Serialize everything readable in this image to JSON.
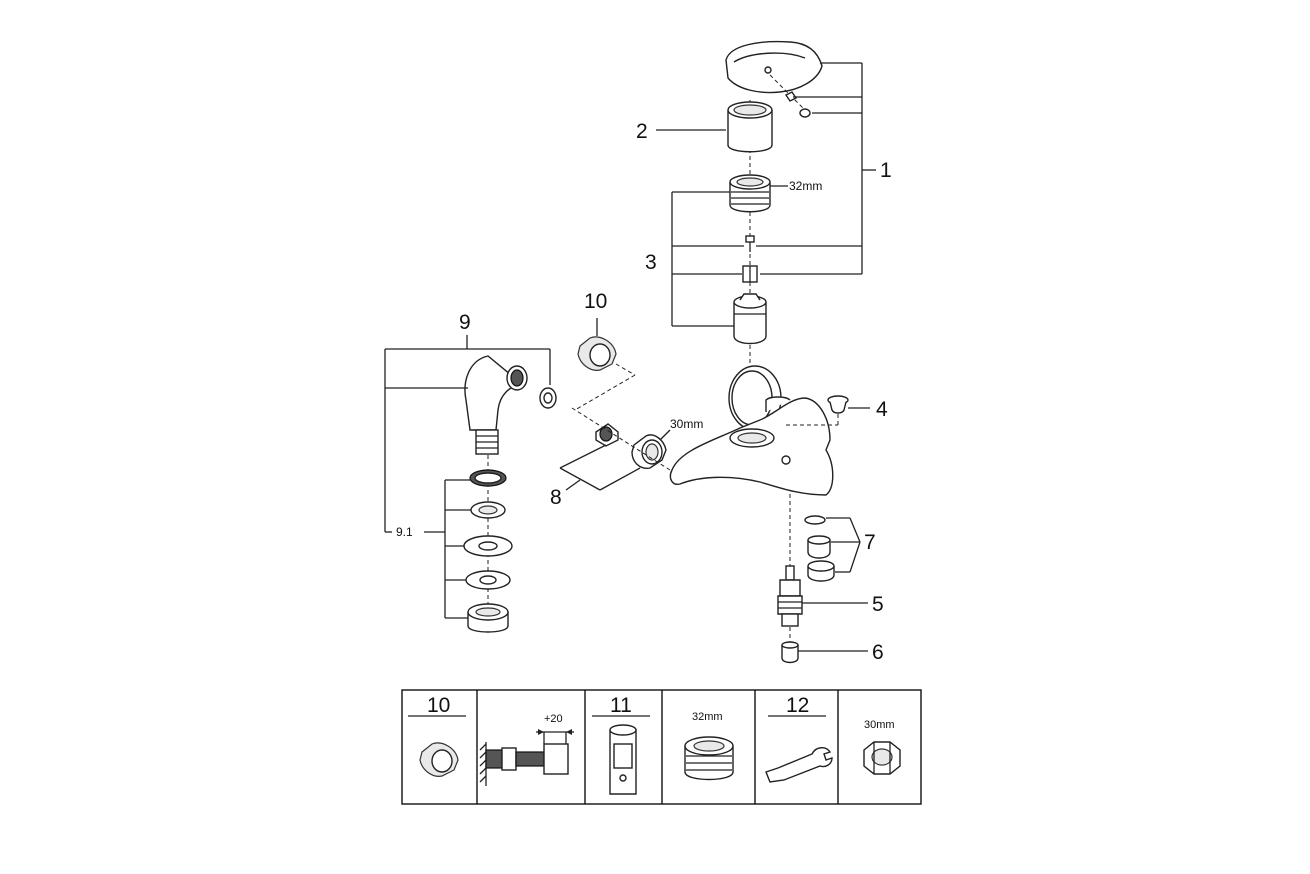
{
  "callouts": {
    "p1": "1",
    "p2": "2",
    "p3": "3",
    "p4": "4",
    "p5": "5",
    "p6": "6",
    "p7": "7",
    "p8": "8",
    "p9": "9",
    "p9_1": "9.1",
    "p10": "10"
  },
  "dimensions": {
    "cartridge_nut": "32mm",
    "union_nut": "30mm"
  },
  "tools_table": {
    "cells": [
      {
        "label": "10"
      },
      {
        "dimension": "+20"
      },
      {
        "label": "11"
      },
      {
        "dimension": "32mm"
      },
      {
        "label": "12"
      },
      {
        "dimension": "30mm"
      }
    ]
  }
}
